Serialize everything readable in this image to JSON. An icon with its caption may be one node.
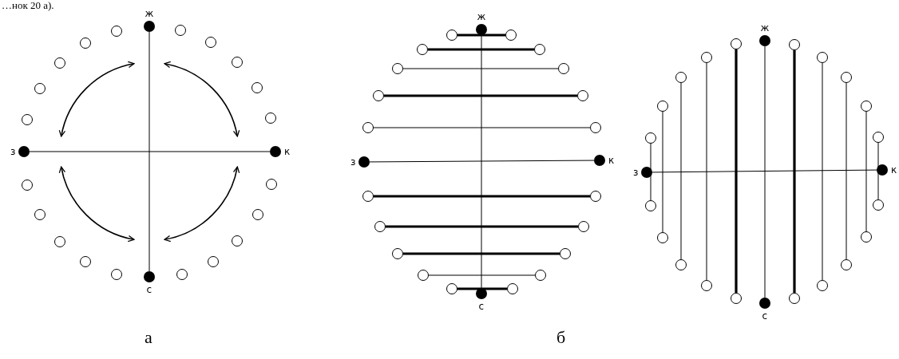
{
  "diagram": {
    "nodes": [
      {
        "text": [],
        "shape": "dot",
        "beside": [
          "ж"
        ]
      },
      {
        "text": [],
        "shape": "dot",
        "beside": [
          "з"
        ]
      },
      {
        "text": [],
        "shape": "dot",
        "beside": [
          "к"
        ]
      },
      {
        "text": [],
        "shape": "dot",
        "beside": [
          "с"
        ]
      },
      {
        "text": [],
        "shape": "circle"
      },
      {
        "text": [],
        "shape": "circle"
      },
      {
        "text": [],
        "shape": "circle"
      },
      {
        "text": [],
        "shape": "circle"
      },
      {
        "text": [],
        "shape": "circle"
      },
      {
        "text": [],
        "shape": "circle"
      },
      {
        "text": [],
        "shape": "circle"
      },
      {
        "text": [],
        "shape": "circle"
      },
      {
        "text": [],
        "shape": "circle"
      },
      {
        "text": [],
        "shape": "circle"
      },
      {
        "text": [],
        "shape": "circle"
      },
      {
        "text": [],
        "shape": "circle"
      },
      {
        "text": [],
        "shape": "circle"
      },
      {
        "text": [],
        "shape": "circle"
      },
      {
        "text": [],
        "shape": "circle"
      },
      {
        "text": [],
        "shape": "circle"
      },
      {
        "text": [],
        "shape": "circle"
      },
      {
        "text": [],
        "shape": "circle"
      },
      {
        "text": [],
        "shape": "circle"
      },
      {
        "text": [],
        "shape": "circle"
      },
      {
        "text": [],
        "shape": "dot",
        "beside": [
          "ж"
        ]
      },
      {
        "text": [],
        "shape": "dot",
        "beside": [
          "з"
        ]
      },
      {
        "text": [],
        "shape": "dot",
        "beside": [
          "к"
        ]
      },
      {
        "text": [],
        "shape": "dot",
        "beside": [
          "с"
        ]
      },
      {
        "text": [],
        "shape": "circle"
      },
      {
        "text": [],
        "shape": "circle"
      },
      {
        "text": [],
        "shape": "circle"
      },
      {
        "text": [],
        "shape": "circle"
      },
      {
        "text": [],
        "shape": "circle"
      },
      {
        "text": [],
        "shape": "circle"
      },
      {
        "text": [],
        "shape": "circle"
      },
      {
        "text": [],
        "shape": "circle"
      },
      {
        "text": [],
        "shape": "circle"
      },
      {
        "text": [],
        "shape": "circle"
      },
      {
        "text": [],
        "shape": "circle"
      },
      {
        "text": [],
        "shape": "circle"
      },
      {
        "text": [],
        "shape": "circle"
      },
      {
        "text": [],
        "shape": "circle"
      },
      {
        "text": [],
        "shape": "circle"
      },
      {
        "text": [],
        "shape": "circle"
      },
      {
        "text": [],
        "shape": "circle"
      },
      {
        "text": [],
        "shape": "circle"
      },
      {
        "text": [],
        "shape": "circle"
      },
      {
        "text": [],
        "shape": "circle"
      },
      {
        "text": [],
        "shape": "dot",
        "beside": [
          "ж"
        ]
      },
      {
        "text": [],
        "shape": "dot",
        "beside": [
          "з"
        ]
      },
      {
        "text": [],
        "shape": "dot",
        "beside": [
          "к"
        ]
      },
      {
        "text": [],
        "shape": "dot",
        "beside": [
          "с"
        ]
      },
      {
        "text": [],
        "shape": "circle"
      },
      {
        "text": [],
        "shape": "circle"
      },
      {
        "text": [],
        "shape": "circle"
      },
      {
        "text": [],
        "shape": "circle"
      },
      {
        "text": [],
        "shape": "circle"
      },
      {
        "text": [],
        "shape": "circle"
      },
      {
        "text": [],
        "shape": "circle"
      },
      {
        "text": [],
        "shape": "circle"
      },
      {
        "text": [],
        "shape": "circle"
      },
      {
        "text": [],
        "shape": "circle"
      },
      {
        "text": [],
        "shape": "circle"
      },
      {
        "text": [],
        "shape": "circle"
      },
      {
        "text": [],
        "shape": "circle"
      },
      {
        "text": [],
        "shape": "circle"
      },
      {
        "text": [],
        "shape": "circle"
      },
      {
        "text": [],
        "shape": "circle"
      },
      {
        "text": [],
        "shape": "circle"
      },
      {
        "text": [],
        "shape": "circle"
      },
      {
        "text": [],
        "shape": "circle"
      },
      {
        "text": [],
        "shape": "circle"
      }
    ],
    "edges": [
      {
        "from": 0,
        "to": 3,
        "arrow": "none"
      },
      {
        "from": 1,
        "to": 2,
        "arrow": "none"
      },
      {
        "from": 24,
        "to": 27,
        "arrow": "none"
      },
      {
        "from": 25,
        "to": 26,
        "arrow": "none"
      },
      {
        "from": 28,
        "to": 29,
        "arrow": "none",
        "style": "thick"
      },
      {
        "from": 30,
        "to": 31,
        "arrow": "none",
        "style": "thick"
      },
      {
        "from": 32,
        "to": 33,
        "arrow": "none"
      },
      {
        "from": 34,
        "to": 35,
        "arrow": "none",
        "style": "thick"
      },
      {
        "from": 36,
        "to": 37,
        "arrow": "none"
      },
      {
        "from": 38,
        "to": 39,
        "arrow": "none",
        "style": "thick"
      },
      {
        "from": 40,
        "to": 41,
        "arrow": "none",
        "style": "thick"
      },
      {
        "from": 42,
        "to": 43,
        "arrow": "none",
        "style": "thick"
      },
      {
        "from": 44,
        "to": 45,
        "arrow": "none"
      },
      {
        "from": 46,
        "to": 47,
        "arrow": "none",
        "style": "thick"
      },
      {
        "from": 48,
        "to": 51,
        "arrow": "none"
      },
      {
        "from": 49,
        "to": 50,
        "arrow": "none"
      },
      {
        "from": 52,
        "to": 53,
        "arrow": "none"
      },
      {
        "from": 54,
        "to": 55,
        "arrow": "none"
      },
      {
        "from": 56,
        "to": 57,
        "arrow": "none"
      },
      {
        "from": 58,
        "to": 59,
        "arrow": "none"
      },
      {
        "from": 60,
        "to": 61,
        "arrow": "none",
        "style": "thick"
      },
      {
        "from": 62,
        "to": 63,
        "arrow": "none",
        "style": "thick"
      },
      {
        "from": 64,
        "to": 65,
        "arrow": "none"
      },
      {
        "from": 66,
        "to": 67,
        "arrow": "none"
      },
      {
        "from": 68,
        "to": 69,
        "arrow": "none"
      },
      {
        "from": 70,
        "to": 71,
        "arrow": "none"
      }
    ],
    "labels": [
      "…нок 20 а).",
      "а",
      "б"
    ]
  }
}
